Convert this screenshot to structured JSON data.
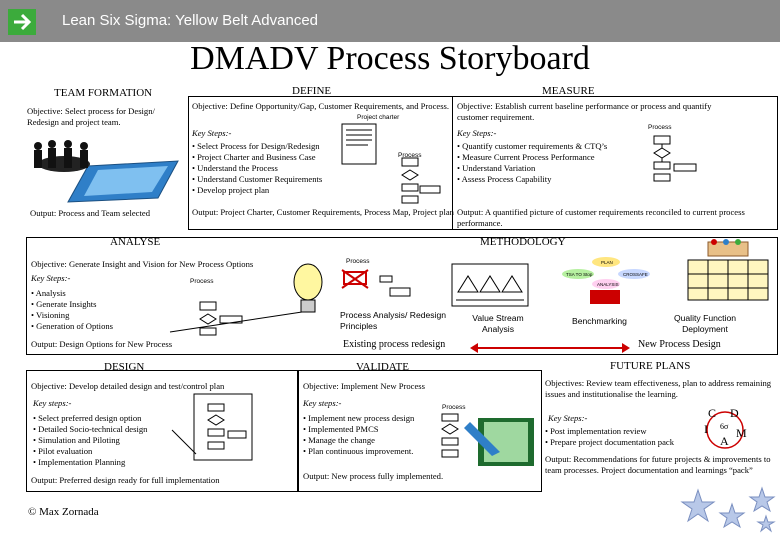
{
  "header": {
    "title": "Lean Six Sigma: Yellow Belt Advanced"
  },
  "page_title": "DMADV Process Storyboard",
  "team_formation": {
    "heading": "TEAM FORMATION",
    "objective": "Objective: Select process for Design/ Redesign and project team.",
    "output": "Output: Process and Team selected"
  },
  "define": {
    "heading": "DEFINE",
    "objective": "Objective: Define Opportunity/Gap, Customer Requirements, and Process.",
    "project_charter_label": "Project charter",
    "process_label": "Process",
    "key_steps_label": "Key Steps:-",
    "steps": [
      "• Select Process for Design/Redesign",
      "• Project Charter and Business Case",
      "• Understand the Process",
      "• Understand Customer Requirements",
      "• Develop project plan"
    ],
    "output": "Output: Project Charter, Customer Requirements, Process Map, Project plan"
  },
  "measure": {
    "heading": "MEASURE",
    "objective": "Objective: Establish current baseline performance or process and quantify customer requirement.",
    "process_label": "Process",
    "key_steps_label": "Key Steps:-",
    "steps": [
      "• Quantify customer requirements & CTQ’s",
      "• Measure Current Process Performance",
      "• Understand Variation",
      "• Assess Process Capability"
    ],
    "output": "Output: A quantified picture of customer requirements reconciled to current process performance."
  },
  "analyse": {
    "heading": "ANALYSE",
    "objective": "Objective: Generate Insight and Vision for New Process Options",
    "process_label": "Process",
    "key_steps_label": "Key Steps:-",
    "steps": [
      "• Analysis",
      "• Generate Insights",
      "• Visioning",
      "• Generation of Options"
    ],
    "output": "Output: Design Options for New Process"
  },
  "methodology": {
    "heading": "METHODOLOGY",
    "process_label": "Process",
    "items": [
      "Process Analysis/ Redesign Principles",
      "Value Stream Analysis",
      "Benchmarking",
      "Quality Function Deployment"
    ],
    "existing": "Existing process redesign",
    "new": "New Process Design",
    "mini_labels": [
      "PLAN",
      "TSA TO Stop",
      "CROSSAFE",
      "ANALYSIS"
    ]
  },
  "design": {
    "heading": "DESIGN",
    "objective": "Objective: Develop detailed design and test/control plan",
    "key_steps_label": "Key steps:-",
    "steps": [
      "• Select preferred design option",
      "• Detailed Socio-technical design",
      "• Simulation and Piloting",
      "• Pilot evaluation",
      "• Implementation Planning"
    ],
    "output": "Output: Preferred design ready for full implementation"
  },
  "validate": {
    "heading": "VALIDATE",
    "objective": "Objective: Implement New Process",
    "process_label": "Process",
    "key_steps_label": "Key steps:-",
    "steps": [
      "• Implement new process design",
      "• Implemented PMCS",
      "• Manage the change",
      "• Plan continuous improvement."
    ],
    "output": "Output: New process fully implemented."
  },
  "future_plans": {
    "heading": "FUTURE PLANS",
    "objective": "Objectives: Review team effectiveness, plan to address remaining issues and institutionalise the learning.",
    "key_steps_label": "Key Steps:-",
    "steps": [
      "• Post implementation review",
      "• Prepare project documentation pack"
    ],
    "output": "Output: Recommendations for future projects & improvements to team processes. Project documentation and learnings “pack”",
    "cycle_letters": [
      "C",
      "D",
      "I",
      "6σ",
      "M",
      "A"
    ]
  },
  "copyright": "© Max Zornada",
  "colors": {
    "header_bg": "#8a8a8a",
    "arrow_green": "#3cab3c",
    "accent_red": "#cc0000"
  }
}
